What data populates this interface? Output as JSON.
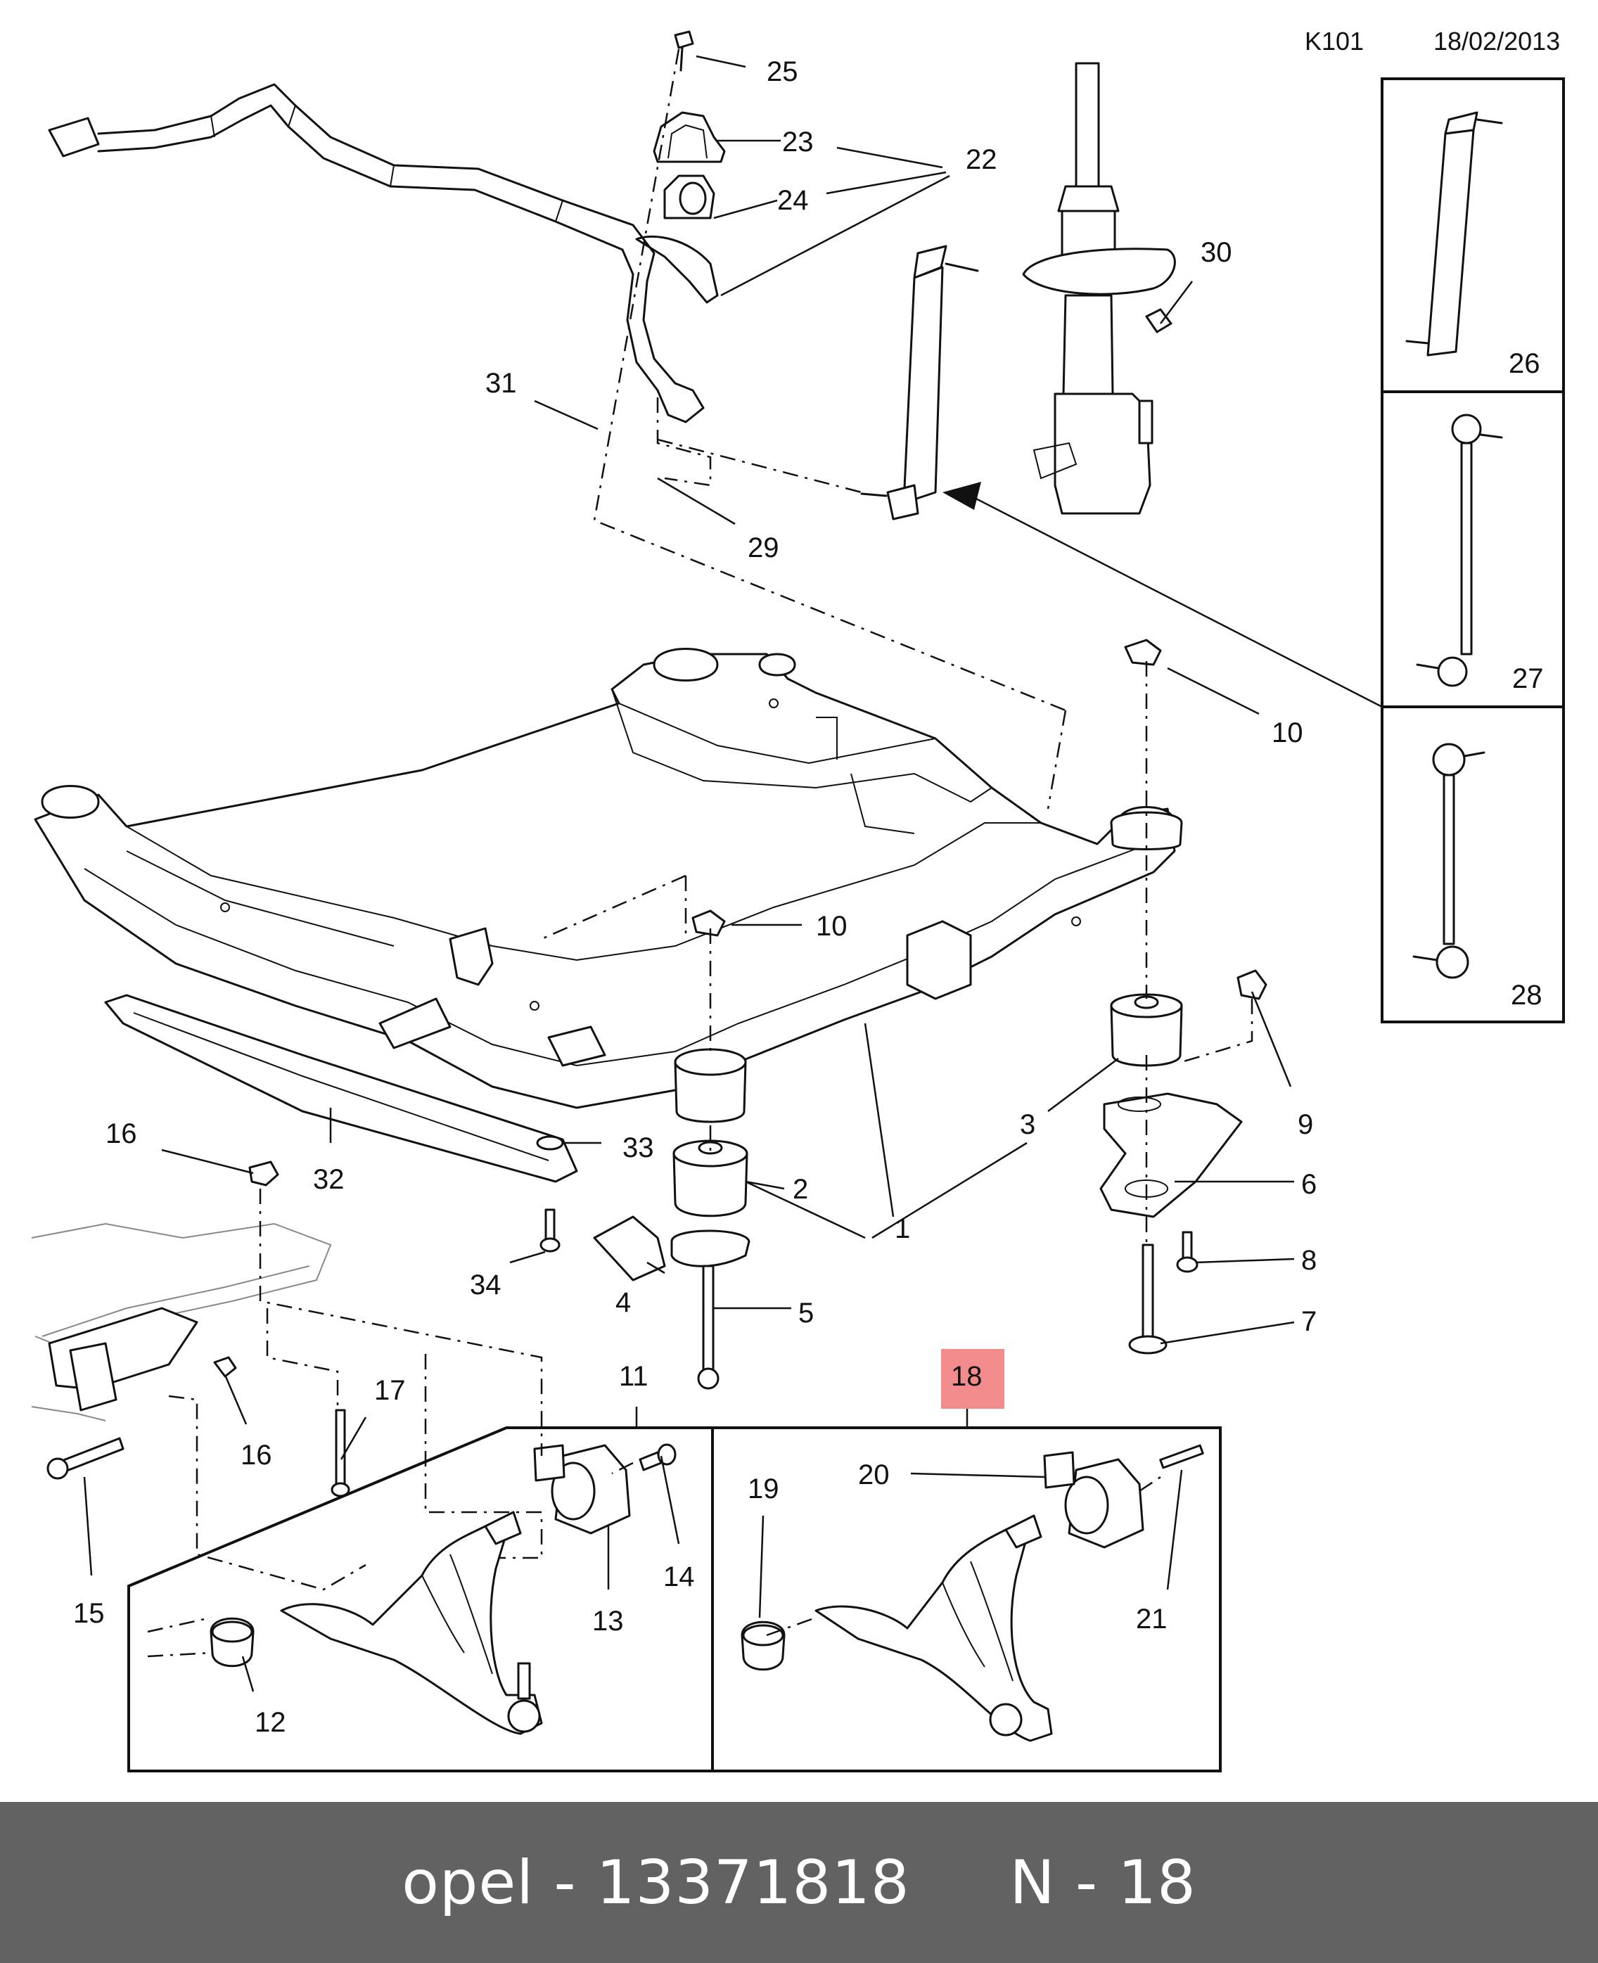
{
  "header": {
    "code": "K101",
    "date": "18/02/2013"
  },
  "callouts": {
    "c1": "1",
    "c2": "2",
    "c3": "3",
    "c4": "4",
    "c5": "5",
    "c6": "6",
    "c7": "7",
    "c8": "8",
    "c9": "9",
    "c10a": "10",
    "c10b": "10",
    "c11": "11",
    "c12": "12",
    "c13": "13",
    "c14": "14",
    "c15": "15",
    "c16a": "16",
    "c16b": "16",
    "c17": "17",
    "c18": "18",
    "c19": "19",
    "c20": "20",
    "c21": "21",
    "c22": "22",
    "c23": "23",
    "c24": "24",
    "c25": "25",
    "c26": "26",
    "c27": "27",
    "c28": "28",
    "c29": "29",
    "c30": "30",
    "c31": "31",
    "c32": "32",
    "c33": "33",
    "c34": "34"
  },
  "highlight": {
    "color": "#f28b8b",
    "callout": "18"
  },
  "footer": {
    "text": "opel - 13371818     N - 18",
    "background": "#626262"
  },
  "icons": [
    "stabilizer-bar-drawing",
    "strut-drawing",
    "subframe-drawing",
    "control-arm-drawing"
  ]
}
